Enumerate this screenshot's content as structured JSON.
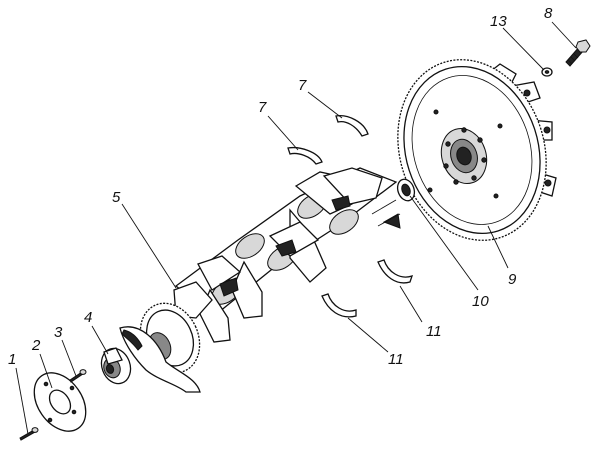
{
  "callouts": {
    "c1": "1",
    "c2": "2",
    "c3": "3",
    "c4": "4",
    "c5": "5",
    "c7a": "7",
    "c7b": "7",
    "c8": "8",
    "c9": "9",
    "c10": "10",
    "c11a": "11",
    "c11b": "11",
    "c13": "13"
  }
}
